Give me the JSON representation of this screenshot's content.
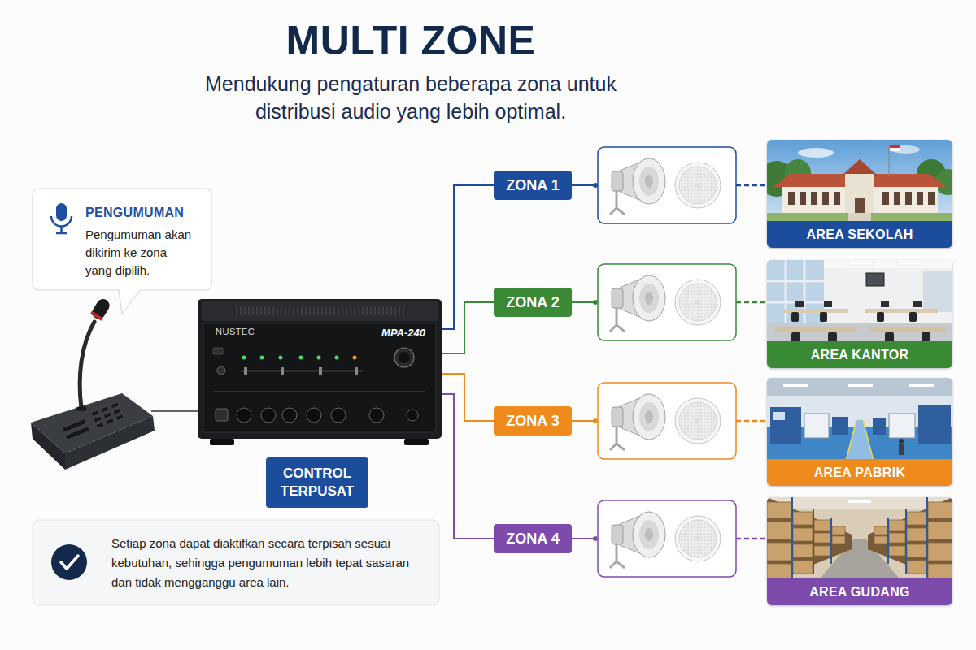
{
  "diagram": {
    "title": "MULTI ZONE",
    "caption": "Mendukung pengaturan beberapa zona untuk distribusi audio yang lebih optimal.",
    "nodes": [
      {
        "text": [
          "PENGUMUMAN",
          "Pengumuman akan dikirim ke zona yang dipilih."
        ]
      },
      {
        "text": [
          "NUSTEC",
          "MPA-240"
        ]
      },
      {
        "text": [
          "CONTROL TERPUSAT"
        ]
      },
      {
        "text": [
          "ZONA 1"
        ]
      },
      {
        "text": [
          "AREA SEKOLAH"
        ]
      },
      {
        "text": [
          "ZONA 2"
        ]
      },
      {
        "text": [
          "AREA KANTOR"
        ]
      },
      {
        "text": [
          "ZONA 3"
        ]
      },
      {
        "text": [
          "AREA PABRIK"
        ]
      },
      {
        "text": [
          "ZONA 4"
        ]
      },
      {
        "text": [
          "AREA GUDANG"
        ]
      },
      {
        "text": [
          "Setiap zona dapat diaktifkan secara terpisah sesuai kebutuhan, sehingga pengumuman lebih tepat sasaran dan tidak mengganggu area lain."
        ]
      }
    ],
    "edges": [
      {
        "from": 1,
        "to": 3,
        "arrow": "none"
      },
      {
        "from": 1,
        "to": 5,
        "arrow": "none"
      },
      {
        "from": 1,
        "to": 7,
        "arrow": "none"
      },
      {
        "from": 1,
        "to": 9,
        "arrow": "none"
      }
    ]
  }
}
